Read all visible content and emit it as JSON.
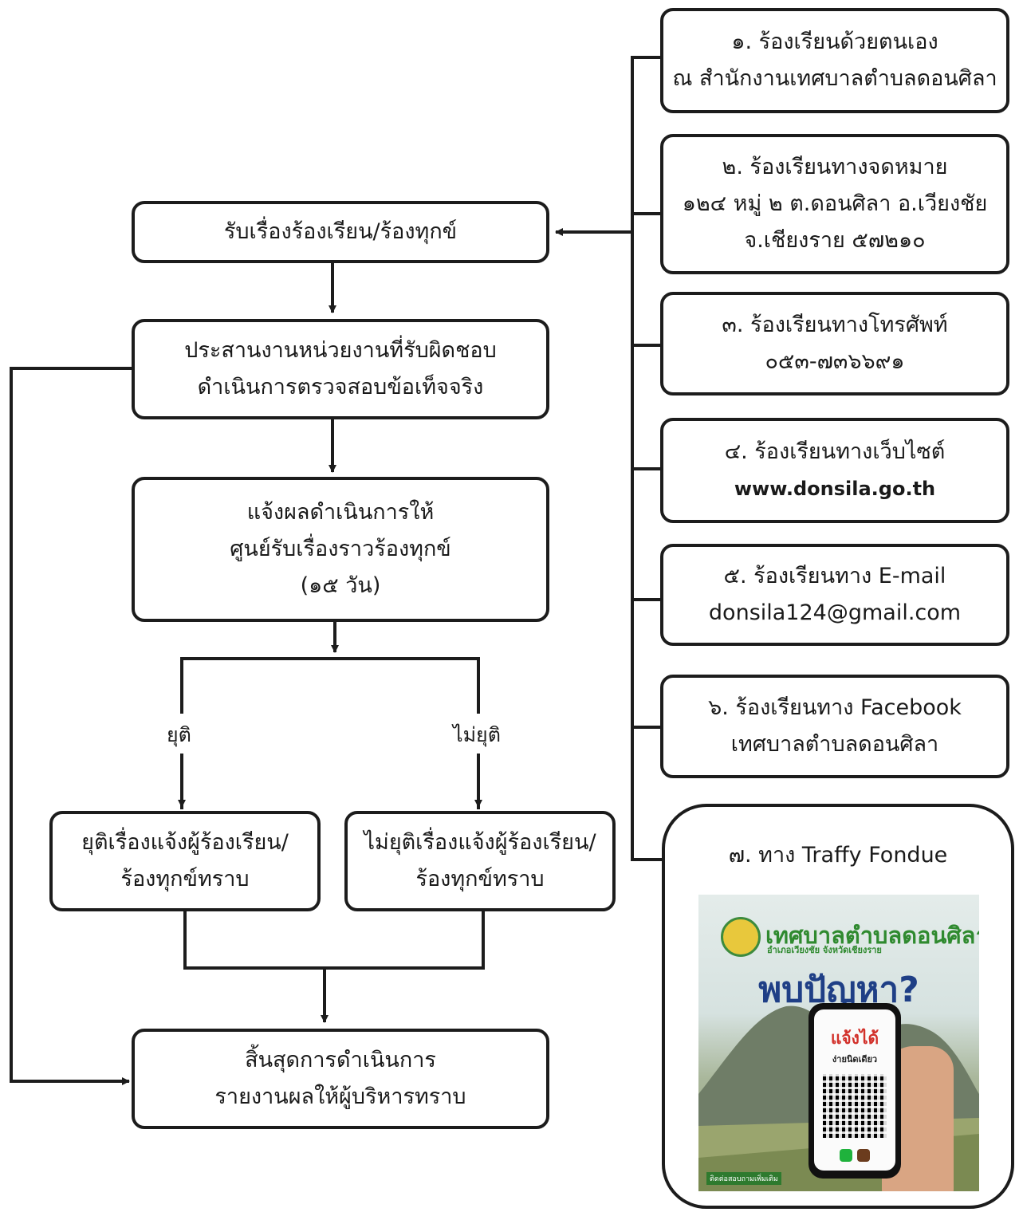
{
  "flow": {
    "receive": "รับเรื่องร้องเรียน/ร้องทุกข์",
    "coordinate_line1": "ประสานงานหน่วยงานที่รับผิดชอบ",
    "coordinate_line2": "ดำเนินการตรวจสอบข้อเท็จจริง",
    "notify_line1": "แจ้งผลดำเนินการให้",
    "notify_line2": "ศูนย์รับเรื่องราวร้องทุกข์",
    "notify_line3": "(๑๕ วัน)",
    "label_end": "ยุติ",
    "label_not_end": "ไม่ยุติ",
    "end_line1": "ยุติเรื่องแจ้งผู้ร้องเรียน/",
    "end_line2": "ร้องทุกข์ทราบ",
    "not_end_line1": "ไม่ยุติเรื่องแจ้งผู้ร้องเรียน/",
    "not_end_line2": "ร้องทุกข์ทราบ",
    "finish_line1": "สิ้นสุดการดำเนินการ",
    "finish_line2": "รายงานผลให้ผู้บริหารทราบ"
  },
  "channels": [
    {
      "line1": "๑. ร้องเรียนด้วยตนเอง",
      "line2": "ณ สำนักงานเทศบาลตำบลดอนศิลา"
    },
    {
      "line1": "๒. ร้องเรียนทางจดหมาย",
      "line2": "๑๒๔ หมู่ ๒ ต.ดอนศิลา อ.เวียงชัย",
      "line3": "จ.เชียงราย ๕๗๒๑๐"
    },
    {
      "line1": "๓. ร้องเรียนทางโทรศัพท์",
      "line2": "๐๕๓-๗๓๖๖๙๑"
    },
    {
      "line1": "๔. ร้องเรียนทางเว็บไซต์",
      "line2": "www.donsila.go.th"
    },
    {
      "line1": "๕. ร้องเรียนทาง E-mail",
      "line2": "donsila124@gmail.com"
    },
    {
      "line1": "๖. ร้องเรียนทาง Facebook",
      "line2": "เทศบาลตำบลดอนศิลา"
    },
    {
      "line1": "๗. ทาง Traffy  Fondue"
    }
  ],
  "poster": {
    "title": "เทศบาลตำบลดอนศิลา",
    "subtitle": "อำเภอเวียงชัย จังหวัดเชียงราย",
    "headline": "พบปัญหา?",
    "phone_line1": "แจ้งได้",
    "phone_line2": "ง่ายนิดเดียว",
    "footer": "ติดต่อสอบถามเพิ่มเติม"
  }
}
